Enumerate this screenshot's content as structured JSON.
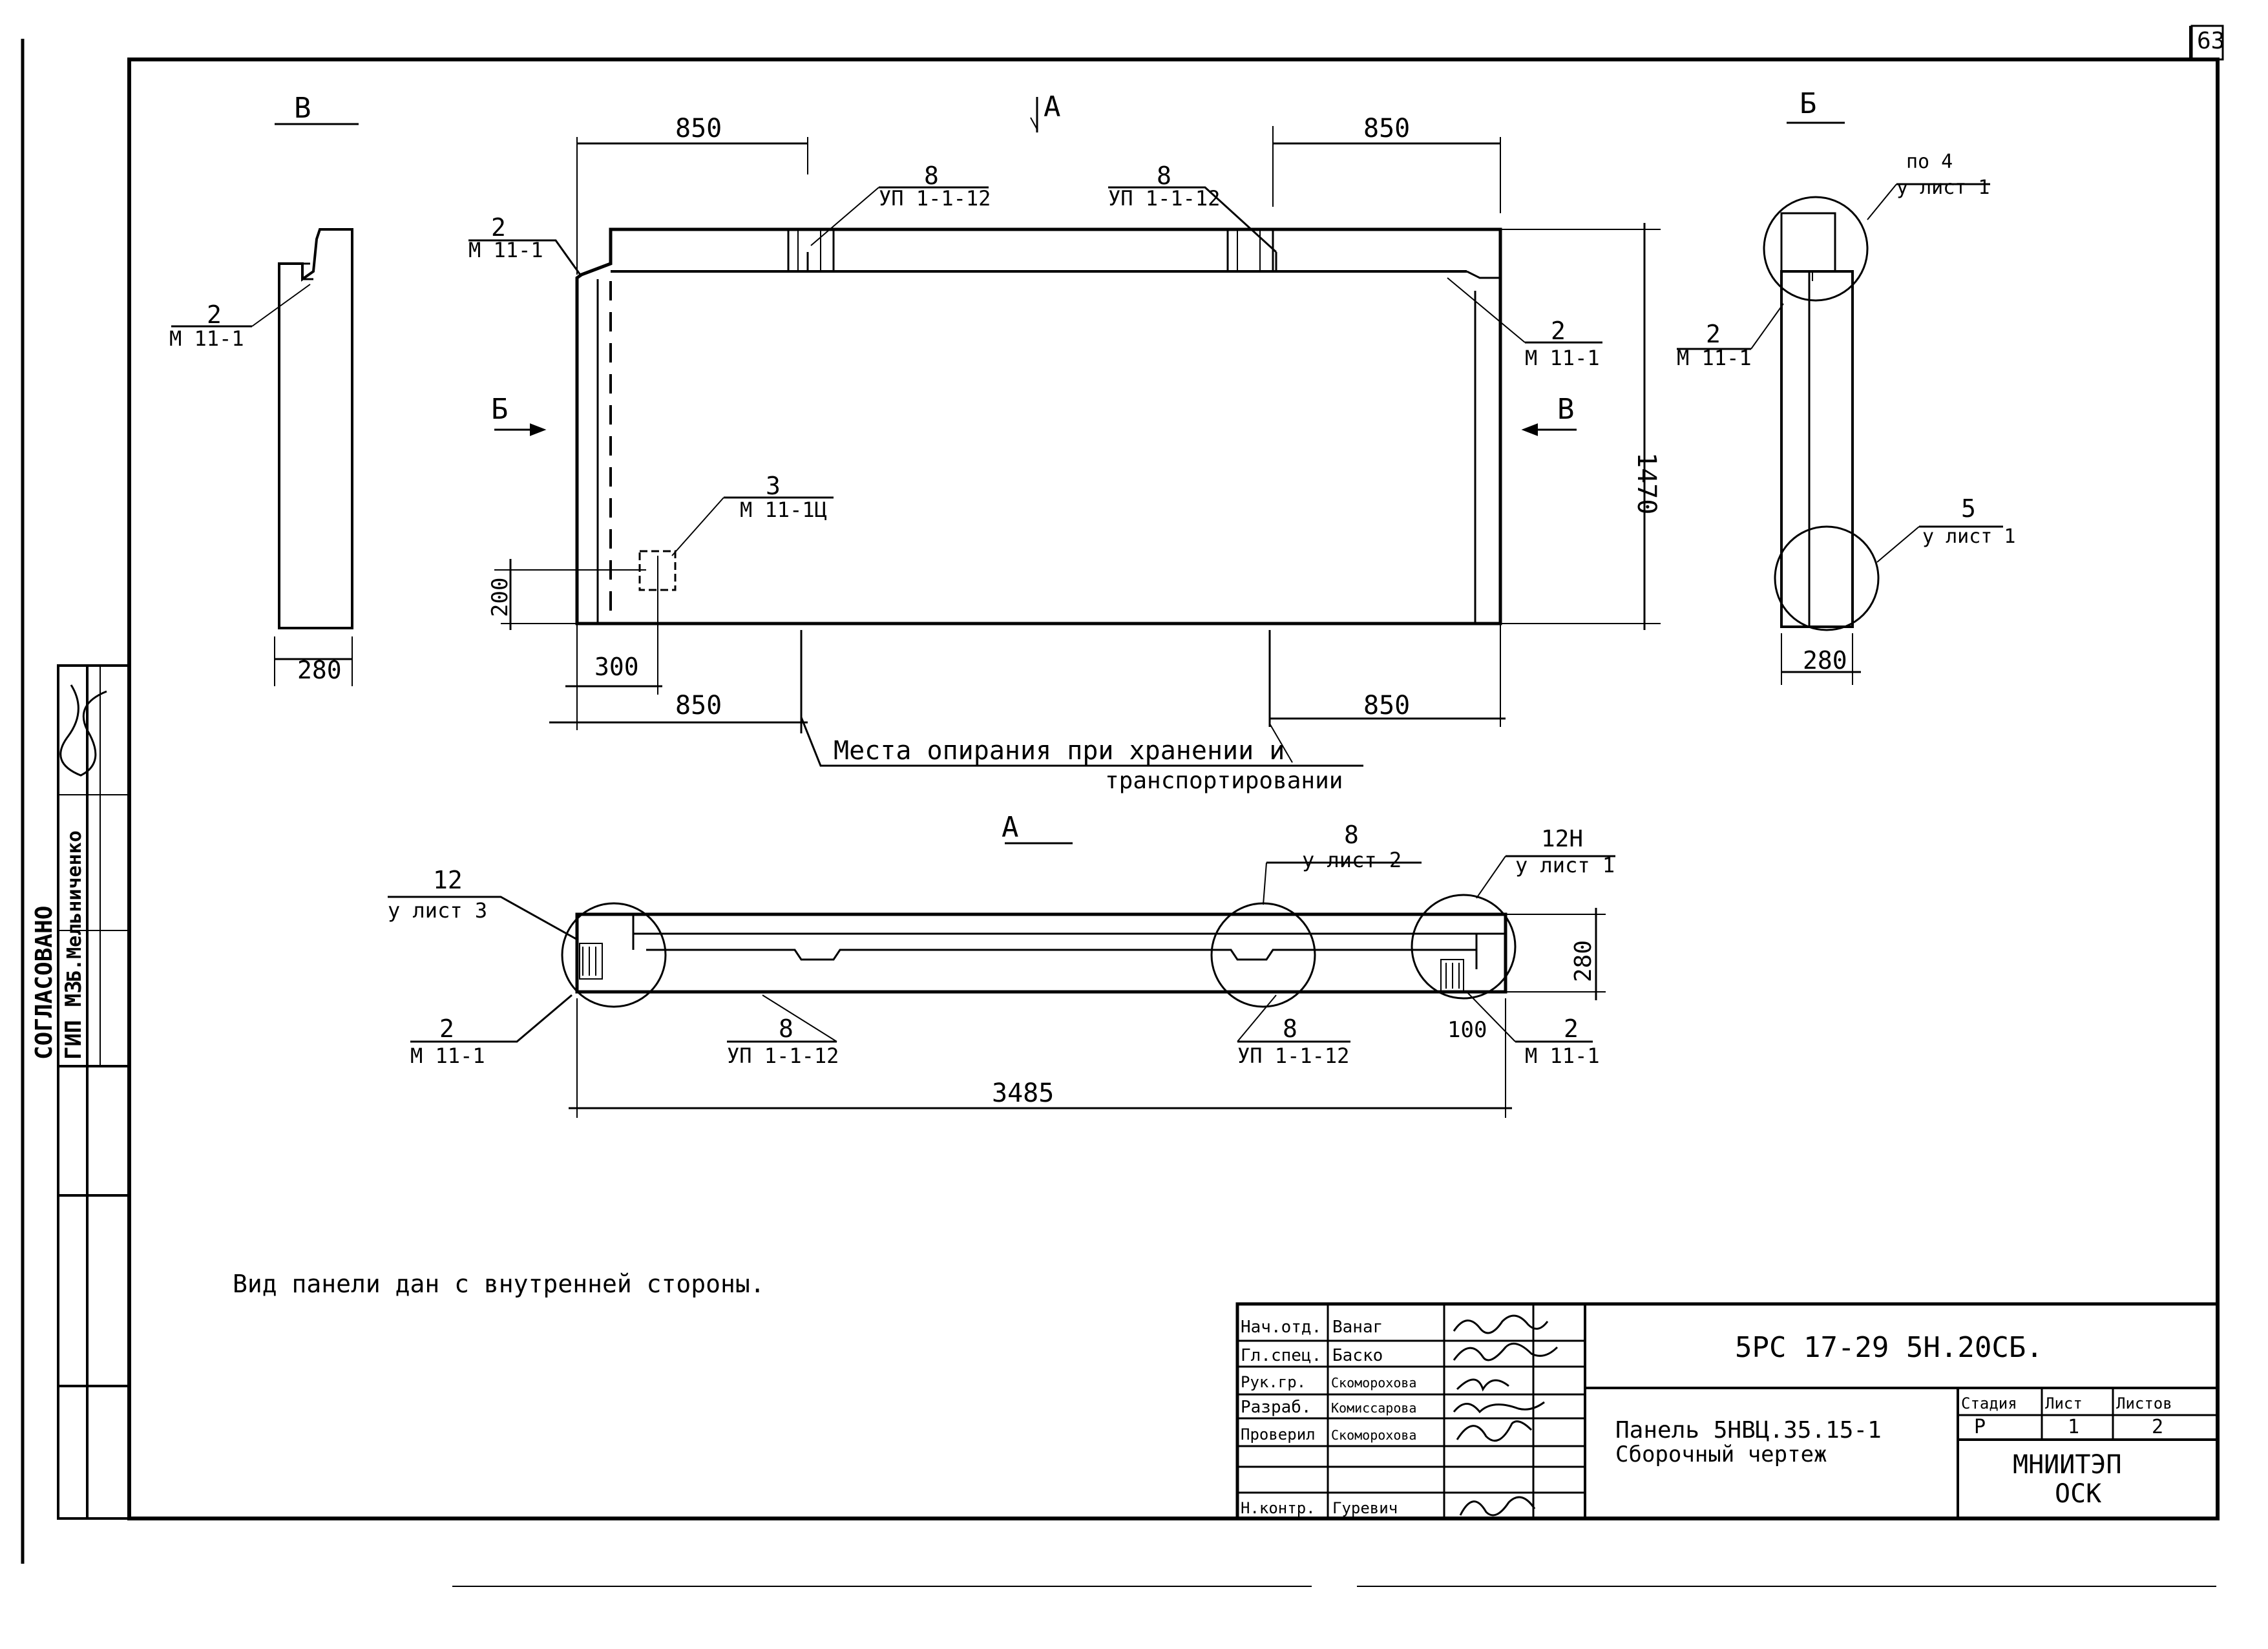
{
  "sheet_number": "63",
  "views": {
    "side_b_label": "Б",
    "side_v_label": "В",
    "plan_a_label": "А",
    "a_section_marker": "А",
    "arrow_b": "Б",
    "arrow_v": "В"
  },
  "dims": {
    "d850": "850",
    "d1470": "1470",
    "d200": "200",
    "d300": "300",
    "d280": "280",
    "d3485": "3485",
    "d100": "100"
  },
  "callouts": {
    "c8": "8",
    "up": "УП 1-1-12",
    "c2": "2",
    "m11": "М 11-1",
    "c3": "3",
    "m11_1c": "М 11-1Ц",
    "po4": "по 4",
    "u_list1": "у лист 1",
    "c5": "5",
    "c12": "12",
    "u_list3": "у лист 3",
    "u_list2": "у лист 2",
    "c12n": "12Н"
  },
  "support_note_line1": "Места опирания при хранении и",
  "support_note_line2": "транспортировании",
  "view_note": "Вид панели дан с внутренней стороны.",
  "approval": {
    "title": "СОГЛАСОВАНО",
    "role": "ГИП МЗ",
    "name": "Б.Мельниченко"
  },
  "title_block": {
    "doc_code": "5РС 17-29 5Н.20СБ.",
    "name_line1": "Панель 5НВЦ.35.15-1",
    "name_line2": "Сборочный чертеж",
    "stage_header": "Стадия",
    "sheet_header": "Лист",
    "sheets_header": "Листов",
    "stage": "Р",
    "sheet": "1",
    "sheets": "2",
    "org_line1": "МНИИТЭП",
    "org_line2": "ОСК",
    "staff": [
      {
        "role": "Нач.отд.",
        "name": "Ванаг"
      },
      {
        "role": "Гл.спец.",
        "name": "Баско"
      },
      {
        "role": "Рук.гр.",
        "name": "Скоморохова"
      },
      {
        "role": "Разраб.",
        "name": "Комиссарова"
      },
      {
        "role": "Проверил",
        "name": "Скоморохова"
      },
      {
        "role": "",
        "name": ""
      },
      {
        "role": "Н.контр.",
        "name": "Гуревич"
      }
    ]
  }
}
